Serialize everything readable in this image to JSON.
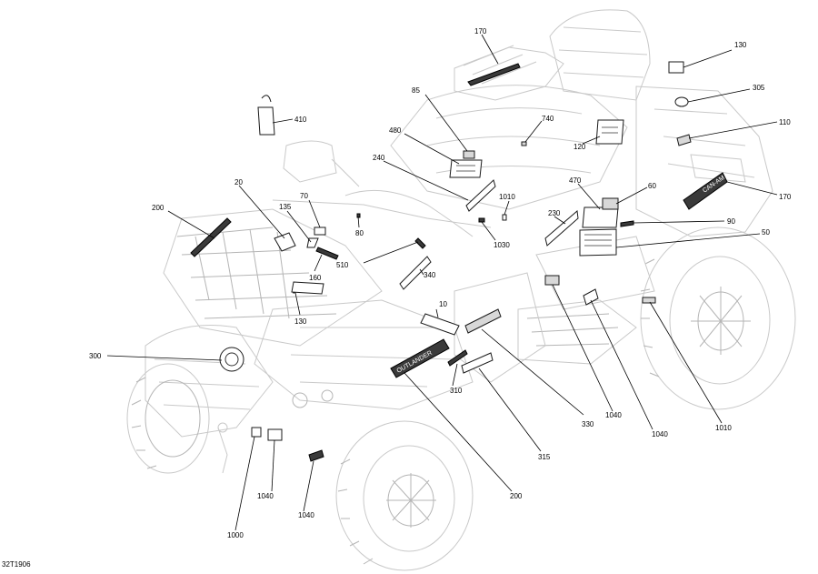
{
  "diagram_code": "32T1906",
  "callouts": [
    "170",
    "130",
    "305",
    "110",
    "170",
    "90",
    "50",
    "60",
    "470",
    "230",
    "740",
    "1010",
    "1030",
    "85",
    "480",
    "240",
    "120",
    "410",
    "20",
    "70",
    "80",
    "135",
    "200",
    "160",
    "510",
    "340",
    "130",
    "10",
    "300",
    "310",
    "330",
    "1040",
    "1040",
    "315",
    "200",
    "1040",
    "1040",
    "1000",
    "1010"
  ],
  "decal_texts": {
    "outlander": "OUTLANDER",
    "can_am": "CAN-AM"
  }
}
